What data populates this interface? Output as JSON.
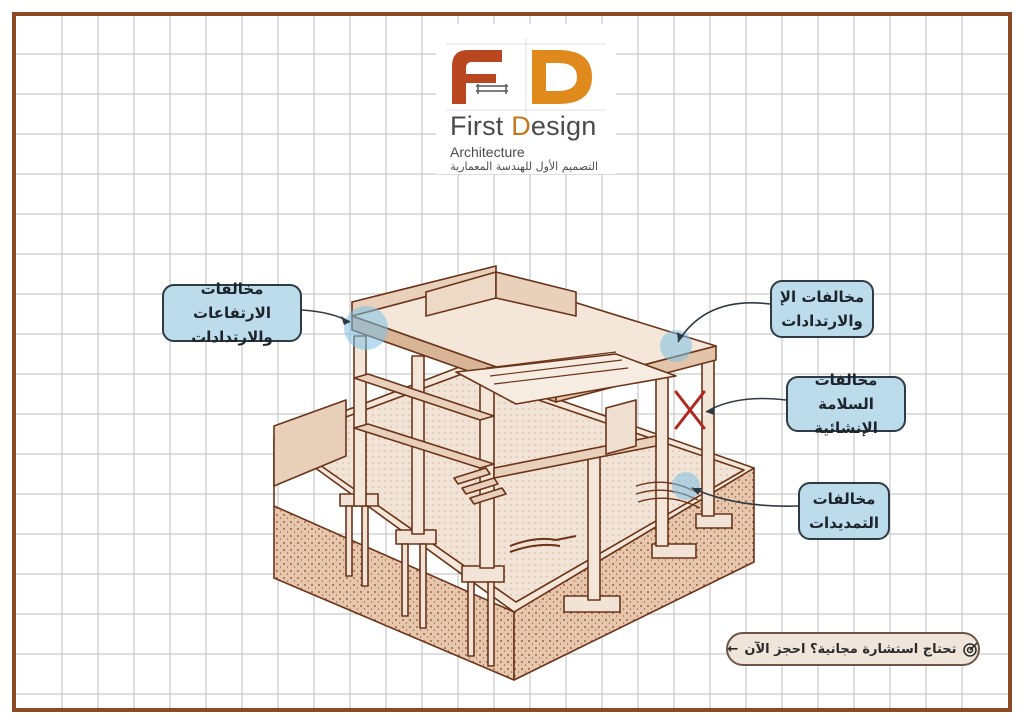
{
  "brand": {
    "name_first": "First ",
    "name_d": "D",
    "name_rest": "esign",
    "sub": "Architecture",
    "arabic": "التصميم الأول للهندسة المعمارية"
  },
  "callouts": {
    "heights": "مخالفات الارتفاعات\nوالارتدادات",
    "setbacks": "مخالفات الإ\nوالارتدادات",
    "structural": "مخالفات السلامة\nالإنشائية",
    "installations": "مخالفات\nالتمديدات"
  },
  "cta": {
    "label": "تحتاج استشارة مجانية؟ احجز الآن",
    "arrow": "←"
  },
  "icons": {
    "cta": "target-icon",
    "logo": "fd-logo-icon"
  },
  "colors": {
    "frame": "#8a4a22",
    "logo_red": "#b8461f",
    "logo_orange": "#e08a1e",
    "callout_fill": "#bcdcec",
    "building_ink": "#8a4a22"
  }
}
